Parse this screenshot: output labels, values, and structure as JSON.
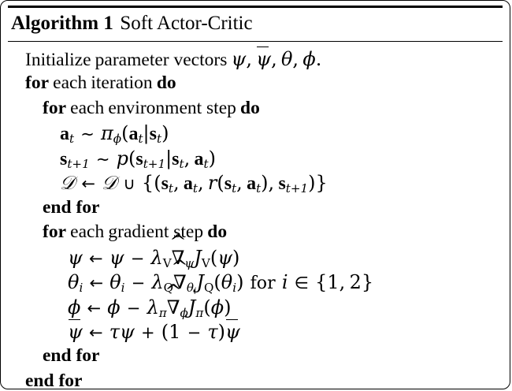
{
  "figure": {
    "type": "algorithm-pseudocode-block",
    "caption": {
      "label": "Algorithm 1",
      "title": "Soft Actor-Critic"
    },
    "lines": [
      {
        "indent": 0,
        "id": "initialize",
        "text": "Initialize parameter vectors ψ, ψ̄, θ, ϕ."
      },
      {
        "indent": 0,
        "id": "for-each-iteration",
        "text": "for each iteration do"
      },
      {
        "indent": 1,
        "id": "for-each-environment-step",
        "text": "for each environment step do"
      },
      {
        "indent": 2,
        "id": "sample-action",
        "text": "a_t ~ π_ϕ(a_t|s_t)"
      },
      {
        "indent": 2,
        "id": "sample-next-state",
        "text": "s_{t+1} ~ p(s_{t+1}|s_t, a_t)"
      },
      {
        "indent": 2,
        "id": "update-replay-buffer",
        "text": "D ← D ∪ {(s_t, a_t, r(s_t, a_t), s_{t+1})}"
      },
      {
        "indent": 1,
        "id": "end-for-environment-step",
        "text": "end for"
      },
      {
        "indent": 1,
        "id": "for-each-gradient-step",
        "text": "for each gradient step do"
      },
      {
        "indent": 2,
        "id": "update-psi",
        "text": "ψ ← ψ − λ_V ∇̂_ψ J_V(ψ)"
      },
      {
        "indent": 2,
        "id": "update-theta",
        "text": "θ_i ← θ_i − λ_Q ∇̂_{θ_i} J_Q(θ_i) for i ∈ {1, 2}"
      },
      {
        "indent": 2,
        "id": "update-phi",
        "text": "ϕ ← ϕ − λ_π ∇̂_ϕ J_π(ϕ)"
      },
      {
        "indent": 2,
        "id": "update-target-psi",
        "text": "ψ̄ ← τψ + (1 − τ)ψ̄"
      },
      {
        "indent": 1,
        "id": "end-for-gradient-step",
        "text": "end for"
      },
      {
        "indent": 0,
        "id": "end-for-iteration",
        "text": "end for"
      }
    ],
    "keywords": {
      "for": "for",
      "do": "do",
      "end_for": "end for",
      "initialize": "Initialize",
      "parameter_vectors": "parameter vectors",
      "each": "each",
      "iteration": "iteration",
      "environment_step": "environment step",
      "gradient_step": "gradient step",
      "for_roman": "for"
    },
    "symbols": {
      "psi": "ψ",
      "psi_bar": "ψ̄",
      "theta": "θ",
      "phi": "ϕ",
      "pi": "π",
      "lambda": "λ",
      "tau": "τ",
      "nabla": "∇",
      "cal_d": "𝒟",
      "sim": "∼",
      "leftarrow": "←",
      "cup": "∪",
      "in": "∈",
      "minus": "−",
      "plus": "+",
      "mid": "|",
      "comma": ",",
      "period": ".",
      "paren_open": "(",
      "paren_close": ")",
      "brace_open": "{",
      "brace_close": "}",
      "subscript_t": "t",
      "subscript_t1": "t+1",
      "subscript_i": "i",
      "subscript_V": "V",
      "subscript_Q": "Q",
      "letter_a": "a",
      "letter_s": "s",
      "letter_r": "r",
      "letter_p": "p",
      "letter_J": "J",
      "one": "1",
      "two": "2"
    },
    "colors": {
      "ink": "#000000",
      "page": "#ffffff"
    }
  }
}
